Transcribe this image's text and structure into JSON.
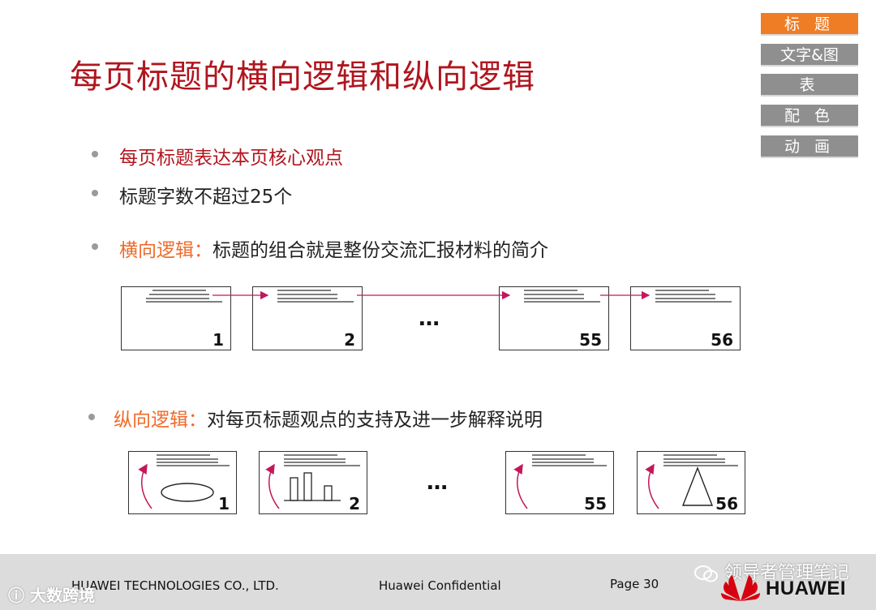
{
  "title": "每页标题的横向逻辑和纵向逻辑",
  "nav": [
    {
      "label": "标 题",
      "active": true
    },
    {
      "label": "文字&图",
      "active": false
    },
    {
      "label": "表",
      "active": false
    },
    {
      "label": "配 色",
      "active": false
    },
    {
      "label": "动 画",
      "active": false
    }
  ],
  "bullets": {
    "b1": "每页标题表达本页核心观点",
    "b2": "标题字数不超过25个",
    "b3_label": "横向逻辑：",
    "b3_text": "标题的组合就是整份交流汇报材料的简介",
    "b4_label": "纵向逻辑：",
    "b4_text": "对每页标题观点的支持及进一步解释说明"
  },
  "horizontal_slides": [
    "1",
    "2",
    "55",
    "56"
  ],
  "vertical_slides": [
    "1",
    "2",
    "55",
    "56"
  ],
  "ellipsis": "…",
  "footer": {
    "company": "HUAWEI TECHNOLOGIES CO., LTD.",
    "confidential": "Huawei Confidential",
    "page": "Page 30",
    "brand": "HUAWEI",
    "watermark_left": "大数跨境",
    "watermark_right": "领导者管理笔记"
  },
  "colors": {
    "title": "#b0151e",
    "accent_orange": "#ef7d26",
    "arrow": "#c2185b"
  }
}
